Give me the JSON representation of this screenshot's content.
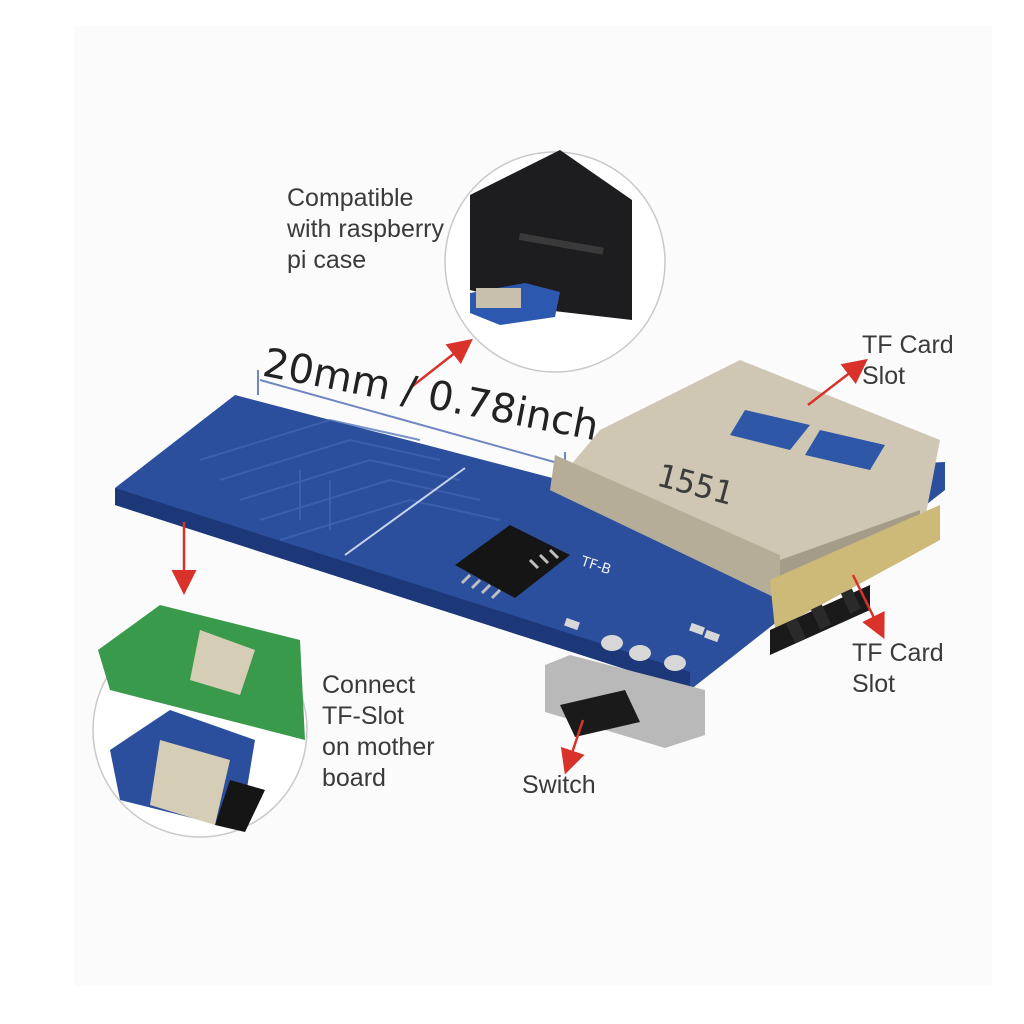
{
  "callouts": {
    "compatible": [
      "Compatible",
      "with raspberry",
      "pi case"
    ],
    "dimension": "20mm / 0.78inch",
    "tf_slot_top": [
      "TF Card",
      "Slot"
    ],
    "tf_slot_bottom": [
      "TF Card",
      "Slot"
    ],
    "connect": [
      "Connect",
      "TF-Slot",
      "on mother",
      "board"
    ],
    "switch": "Switch"
  },
  "product_markings": {
    "card_slot_print": "1551",
    "pcb_print": "TF-B"
  },
  "colors": {
    "pcb_blue": "#2b4f9c",
    "slot_metal": "#cfc7b3",
    "arrow_red": "#d8322a",
    "case_black": "#1d1d1f"
  }
}
